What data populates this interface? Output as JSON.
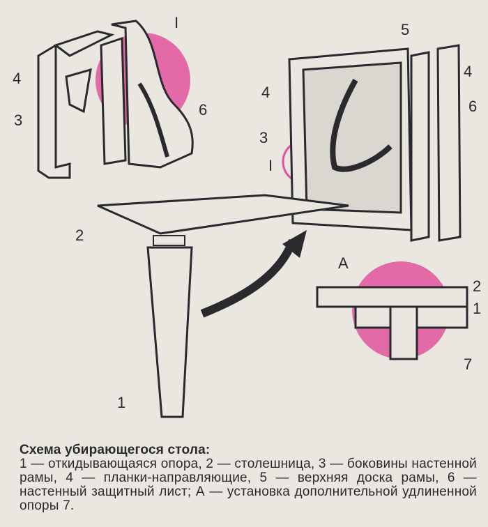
{
  "diagram": {
    "detail_marker": "I",
    "detail_labels": [
      "4",
      "3",
      "6"
    ],
    "frame_labels": [
      "5",
      "4",
      "4",
      "6",
      "3",
      "I"
    ],
    "tabletop_label": "2",
    "leg_label": "1",
    "section_title": "А",
    "section_labels": [
      "2",
      "1",
      "7"
    ],
    "colors": {
      "accent": "#e0549c",
      "ink": "#2a2a2e",
      "paper": "#e9e7e0"
    }
  },
  "caption": {
    "title": "Схема убирающегося стола:",
    "body": "1 — откидывающаяся опора, 2 — столешница, 3 — боковины настенной рамы, 4 — планки-направляющие, 5 — верхняя доска рамы, 6 — настенный защитный лист; А — установка дополнительной удлиненной опоры 7."
  }
}
